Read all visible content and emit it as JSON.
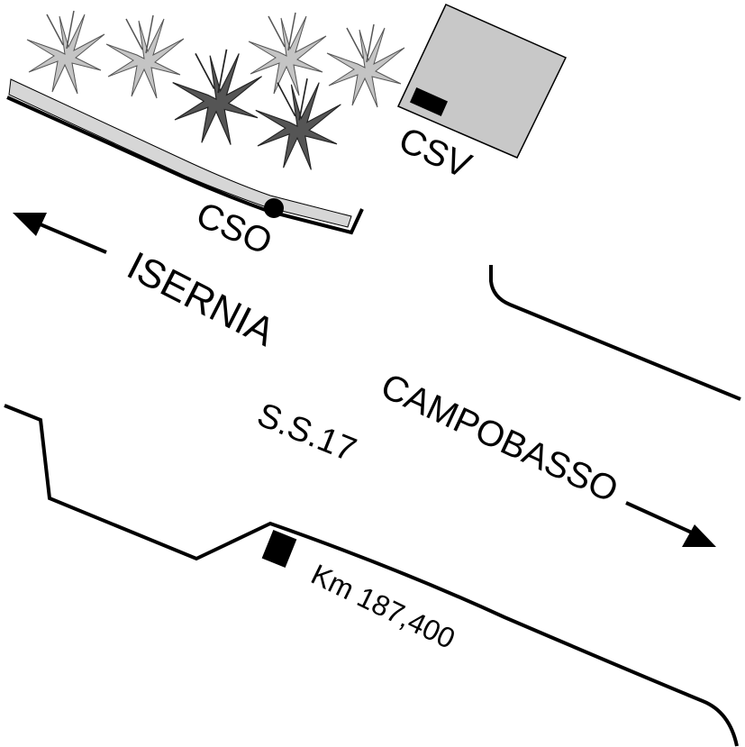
{
  "labels": {
    "cso": "CSO",
    "csv": "CSV",
    "isernia": "ISERNIA",
    "campobasso": "CAMPOBASSO",
    "road": "S.S.17",
    "km": "Km 187,400"
  },
  "colors": {
    "stroke": "#000000",
    "building_fill": "#c8c8c8",
    "sidewalk_fill": "#d6d6d6",
    "plant_light": "#c4c4c4",
    "plant_dark": "#555555"
  },
  "icons": {
    "plant": "leafy-plant-icon",
    "station": "station-marker-icon",
    "direction": "arrow-icon"
  }
}
